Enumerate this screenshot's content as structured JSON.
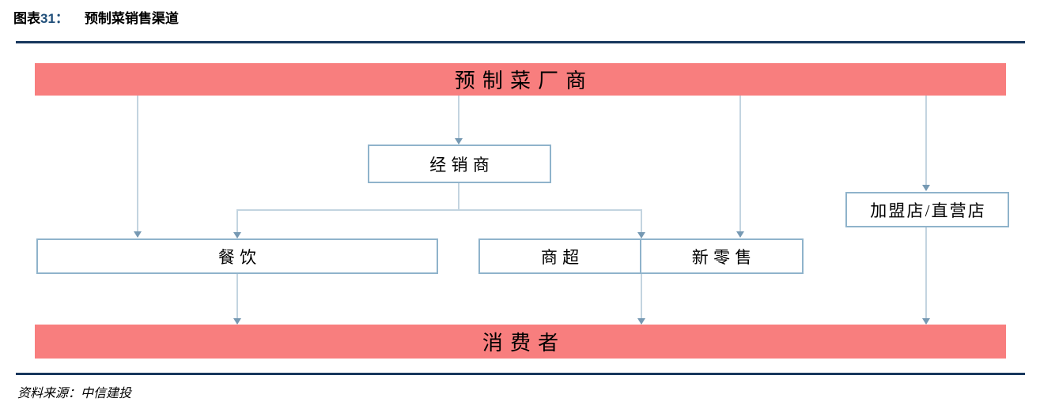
{
  "header": {
    "label_prefix": "图表",
    "label_number": "31：",
    "title": "预制菜销售渠道"
  },
  "diagram": {
    "nodes": {
      "manufacturer": "预制菜厂商",
      "distributor": "经销商",
      "franchise_store": "加盟店/直营店",
      "catering": "餐饮",
      "supermarket": "商超",
      "new_retail": "新零售",
      "consumer": "消费者"
    },
    "edges": [
      {
        "from": "manufacturer",
        "to": "catering"
      },
      {
        "from": "manufacturer",
        "to": "distributor"
      },
      {
        "from": "manufacturer",
        "to": "new_retail"
      },
      {
        "from": "manufacturer",
        "to": "franchise_store"
      },
      {
        "from": "distributor",
        "to": "catering"
      },
      {
        "from": "distributor",
        "to": "supermarket"
      },
      {
        "from": "distributor",
        "to": "new_retail"
      },
      {
        "from": "catering",
        "to": "consumer"
      },
      {
        "from": "supermarket",
        "to": "consumer"
      },
      {
        "from": "new_retail",
        "to": "consumer"
      },
      {
        "from": "franchise_store",
        "to": "consumer"
      }
    ]
  },
  "footer": {
    "source": "资料来源：中信建投"
  },
  "colors": {
    "band_red": "#F87E7E",
    "box_border_blue": "#8FB3CB",
    "connector_blue": "#C3D4E0",
    "arrowhead_blue": "#7699B3",
    "rule_navy": "#17375D",
    "figure_number_blue": "#1F4E79"
  }
}
